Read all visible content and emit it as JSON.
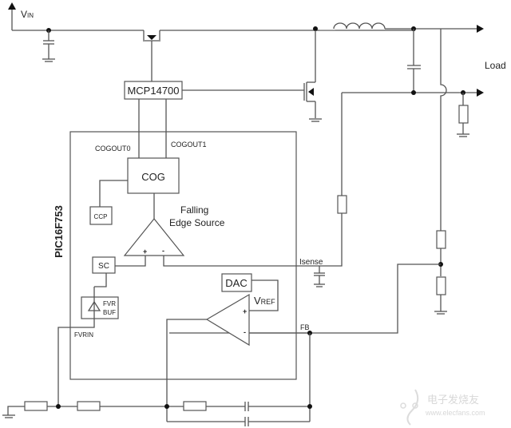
{
  "diagram": {
    "type": "circuit-schematic",
    "title": "PIC16F753 buck converter with COG and MCP14700 driver"
  },
  "labels": {
    "vin_main": "V",
    "vin_sub": "IN",
    "driver": "MCP14700",
    "load": "Load",
    "mcu": "PIC16F753",
    "cogout0": "COGOUT0",
    "cogout1": "COGOUT1",
    "cog": "COG",
    "ccp": "CCP",
    "falling_edge_1": "Falling",
    "falling_edge_2": "Edge Source",
    "comp_plus": "+",
    "comp_minus": "-",
    "sc": "SC",
    "fvr_1": "FVR",
    "fvr_2": "BUF",
    "fvrin": "FVRIN",
    "isense": "Isense",
    "dac": "DAC",
    "vref_main": "V",
    "vref_sub": "REF",
    "opamp_plus": "+",
    "opamp_minus": "-",
    "fb": "FB"
  },
  "watermark": {
    "cn": "电子发烧友",
    "url": "www.elecfans.com"
  }
}
